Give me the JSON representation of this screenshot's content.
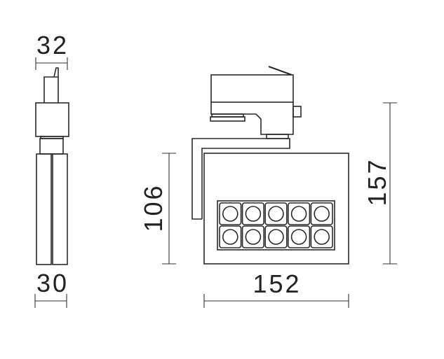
{
  "drawing": {
    "side_view": {
      "top_width_label": "32",
      "bottom_width_label": "30"
    },
    "front_view": {
      "width_label": "152",
      "head_height_label": "106",
      "total_height_label": "157",
      "led_rows": 2,
      "led_columns": 5
    },
    "line_color": "#2a2a2a"
  }
}
